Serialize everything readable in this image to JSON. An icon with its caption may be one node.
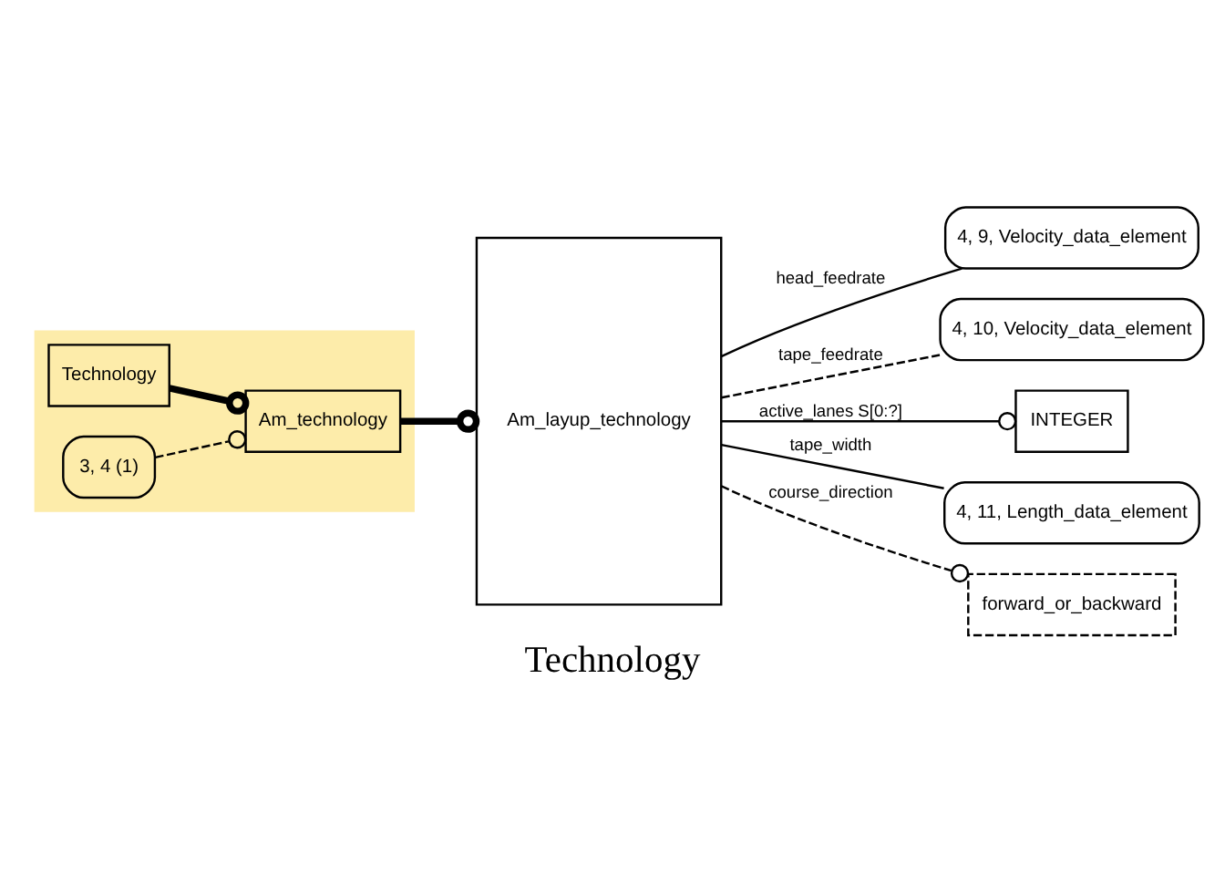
{
  "diagram": {
    "caption": "Technology",
    "nodes": [
      {
        "text": [],
        "shape": "band"
      },
      {
        "text": [
          "Technology"
        ],
        "in": 0
      },
      {
        "text": [
          "Am_technology"
        ],
        "in": 0
      },
      {
        "text": [
          "3, 4 (1)"
        ],
        "in": 0
      },
      {
        "text": [
          "Am_layup_technology"
        ]
      },
      {
        "text": [
          "4, 9, Velocity_data_element"
        ]
      },
      {
        "text": [
          "4, 10, Velocity_data_element"
        ]
      },
      {
        "text": [
          "INTEGER"
        ]
      },
      {
        "text": [
          "4, 11, Length_data_element"
        ]
      },
      {
        "text": [
          "forward_or_backward"
        ]
      }
    ],
    "edges": [
      {
        "from": 1,
        "to": 2,
        "arrow": "other",
        "style": "thick"
      },
      {
        "from": 3,
        "to": 2,
        "arrow": "other",
        "style": "dashed"
      },
      {
        "from": 2,
        "to": 4,
        "arrow": "other",
        "style": "thick"
      },
      {
        "from": 4,
        "to": 5,
        "arrow": "none",
        "label": "head_feedrate"
      },
      {
        "from": 4,
        "to": 6,
        "arrow": "none",
        "label": "tape_feedrate",
        "style": "dashed"
      },
      {
        "from": 4,
        "to": 7,
        "arrow": "other",
        "label": "active_lanes S[0:?]"
      },
      {
        "from": 4,
        "to": 8,
        "arrow": "none",
        "label": "tape_width"
      },
      {
        "from": 4,
        "to": 9,
        "arrow": "other",
        "label": "course_direction",
        "style": "dashed"
      }
    ]
  }
}
